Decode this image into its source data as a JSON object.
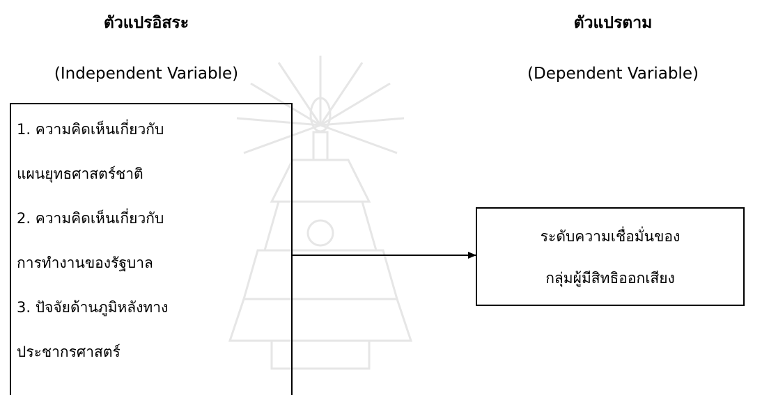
{
  "independent": {
    "title_th": "ตัวแปรอิสระ",
    "title_en": "(Independent Variable)",
    "items": [
      "1. ความคิดเห็นเกี่ยวกับ",
      "แผนยุทธศาสตร์ชาติ",
      "2. ความคิดเห็นเกี่ยวกับ",
      "การทำงานของรัฐบาล",
      "3. ปัจจัยด้านภูมิหลังทาง",
      "ประชากรศาสตร์"
    ]
  },
  "dependent": {
    "title_th": "ตัวแปรตาม",
    "title_en": "(Dependent Variable)",
    "lines": [
      "ระดับความเชื่อมั่นของ",
      "กลุ่มผู้มีสิทธิออกเสียง"
    ]
  },
  "colors": {
    "text": "#000000",
    "border": "#000000",
    "watermark": "#e6e6e6"
  }
}
